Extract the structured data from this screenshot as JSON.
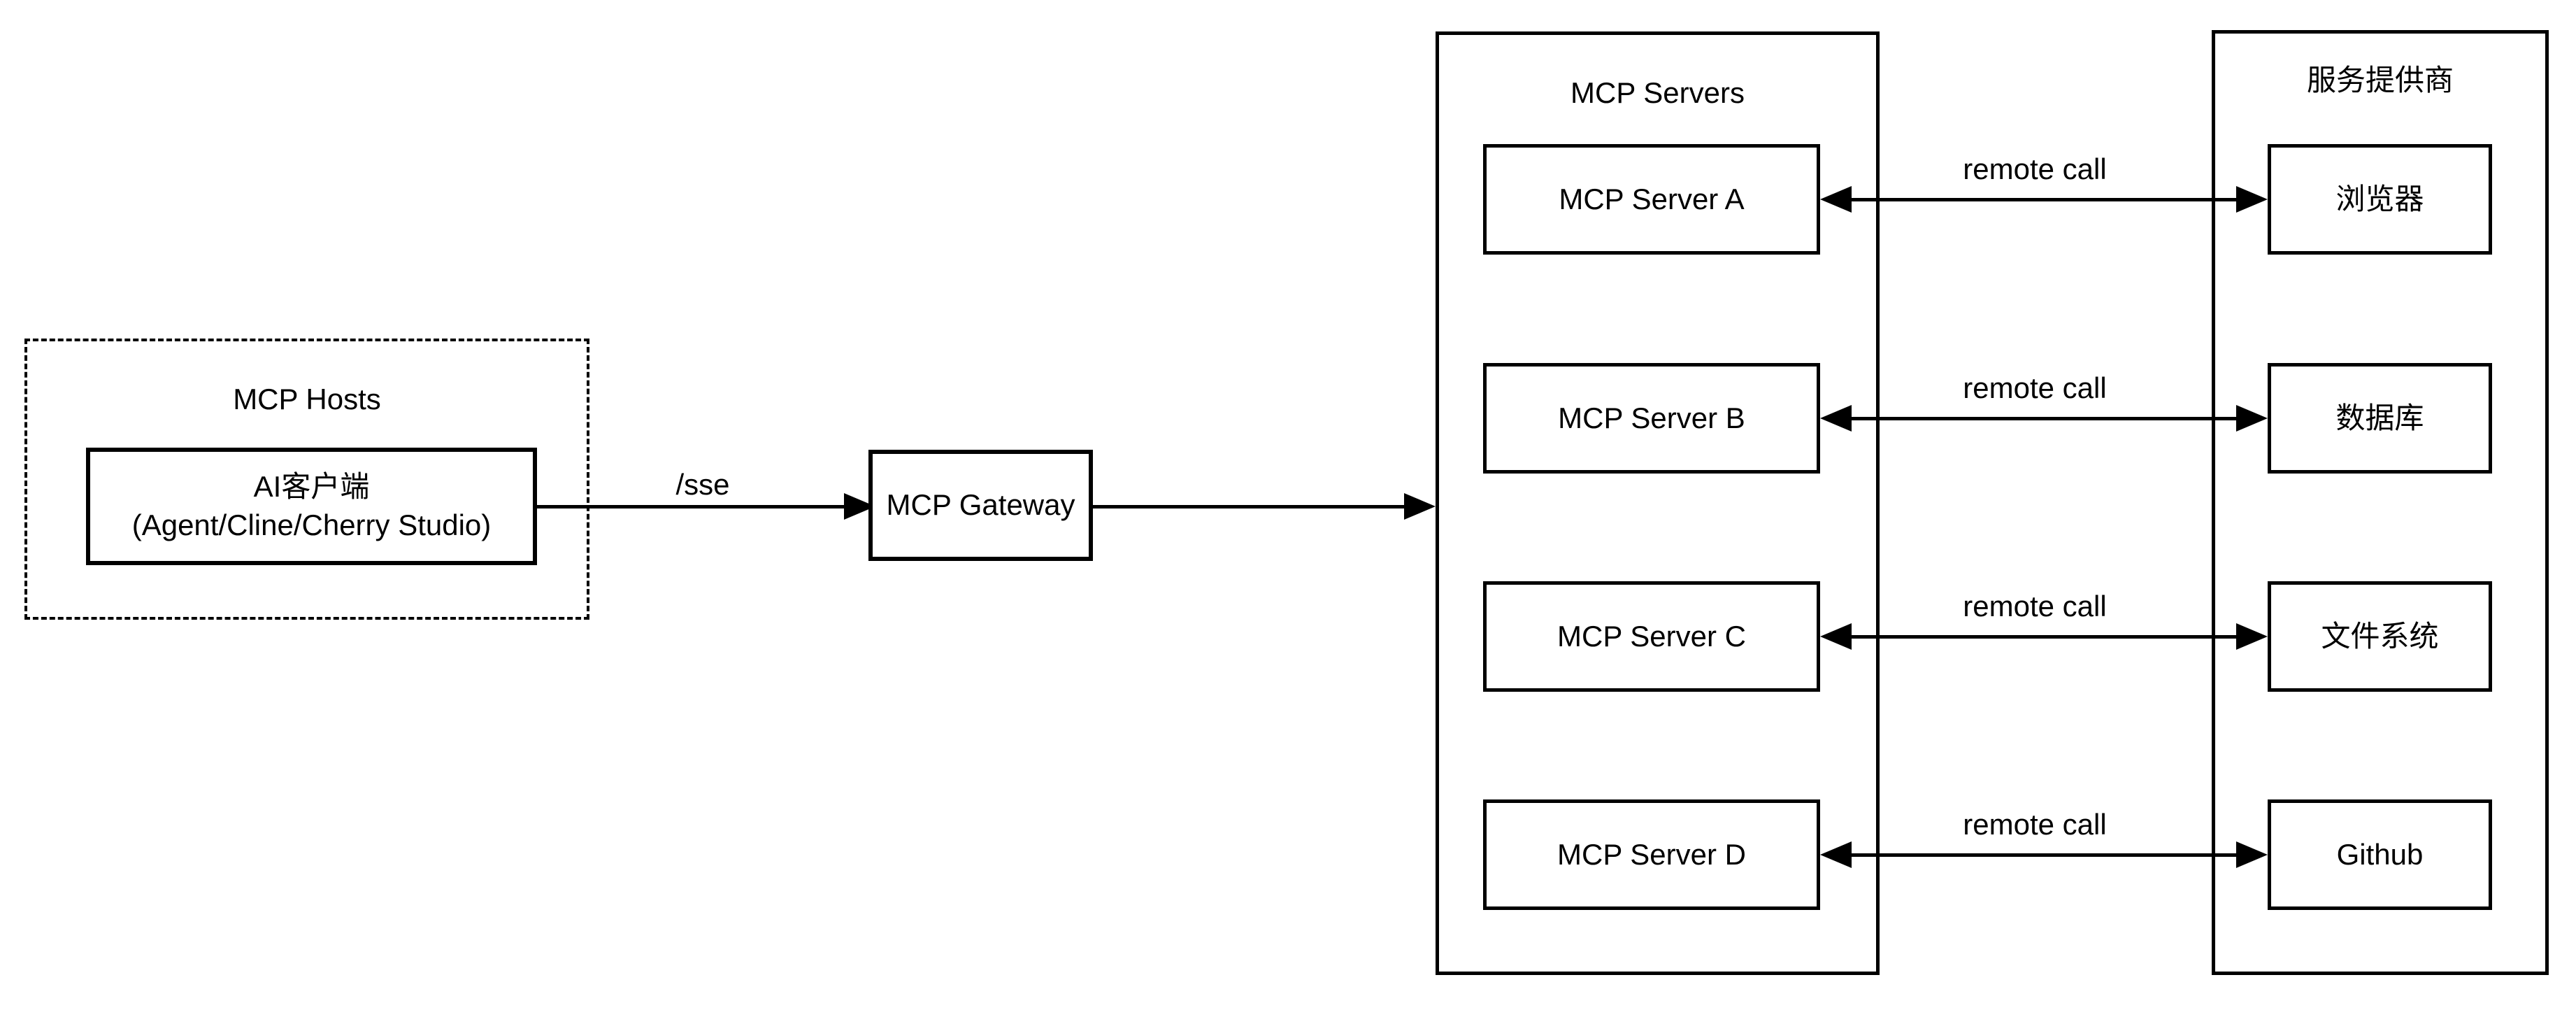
{
  "diagram": {
    "hosts": {
      "title": "MCP Hosts",
      "client_line1": "AI客户端",
      "client_line2": "(Agent/Cline/Cherry Studio)"
    },
    "sse_label": "/sse",
    "gateway_label": "MCP Gateway",
    "servers": {
      "title": "MCP Servers"
    },
    "providers": {
      "title": "服务提供商"
    },
    "rows": [
      {
        "server": "MCP Server A",
        "provider": "浏览器",
        "link_label": "remote call"
      },
      {
        "server": "MCP Server B",
        "provider": "数据库",
        "link_label": "remote call"
      },
      {
        "server": "MCP Server C",
        "provider": "文件系统",
        "link_label": "remote call"
      },
      {
        "server": "MCP Server D",
        "provider": "Github",
        "link_label": "remote call"
      }
    ],
    "colors": {
      "stroke": "#000000",
      "background": "#ffffff"
    }
  }
}
